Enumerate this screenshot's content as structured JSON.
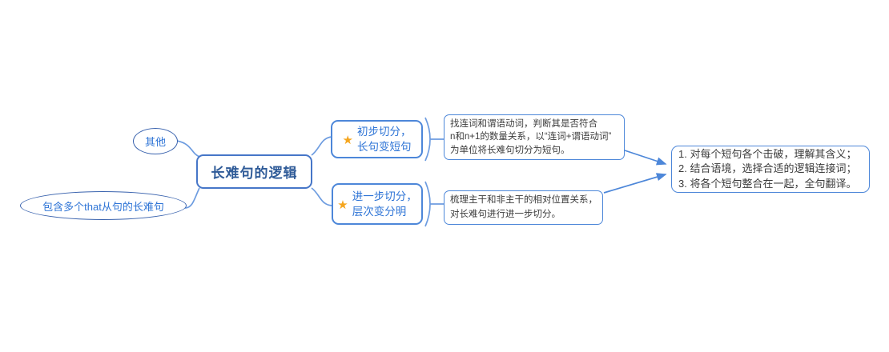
{
  "diagram": {
    "type": "mindmap",
    "root": {
      "label": "长难句的逻辑"
    },
    "left_branches": {
      "other": {
        "label": "其他"
      },
      "that_clause": {
        "label": "包含多个that从句的长难句"
      }
    },
    "right_branches": {
      "step1": {
        "icon": "star",
        "line1": "初步切分，",
        "line2": "长句变短句"
      },
      "step2": {
        "icon": "star",
        "line1": "进一步切分，",
        "line2": "层次变分明"
      }
    },
    "notes": {
      "note1": {
        "lines": [
          "找连词和谓语动词，判断其是否符合",
          "n和n+1的数量关系，以“连词+谓语动词”",
          "为单位将长难句切分为短句。"
        ]
      },
      "note2": {
        "lines": [
          "梳理主干和非主干的相对位置关系，",
          "对长难句进行进一步切分。"
        ]
      }
    },
    "summary": {
      "lines": [
        "1. 对每个短句各个击破，理解其含义；",
        "2. 结合语境，选择合适的逻辑连接词；",
        "3. 将各个短句整合在一起，全句翻译。"
      ]
    },
    "icons": {
      "star": "★"
    },
    "colors": {
      "branch_border": "#4d87d9",
      "root_border": "#4676c8",
      "oval_border": "#3a63ae",
      "blue_text": "#2e74d6",
      "root_text": "#2f5b98",
      "body_text": "#3b3b3b",
      "connector": "#6d9ce0",
      "arrow": "#4d87d9",
      "star": "#f5a51d"
    }
  }
}
